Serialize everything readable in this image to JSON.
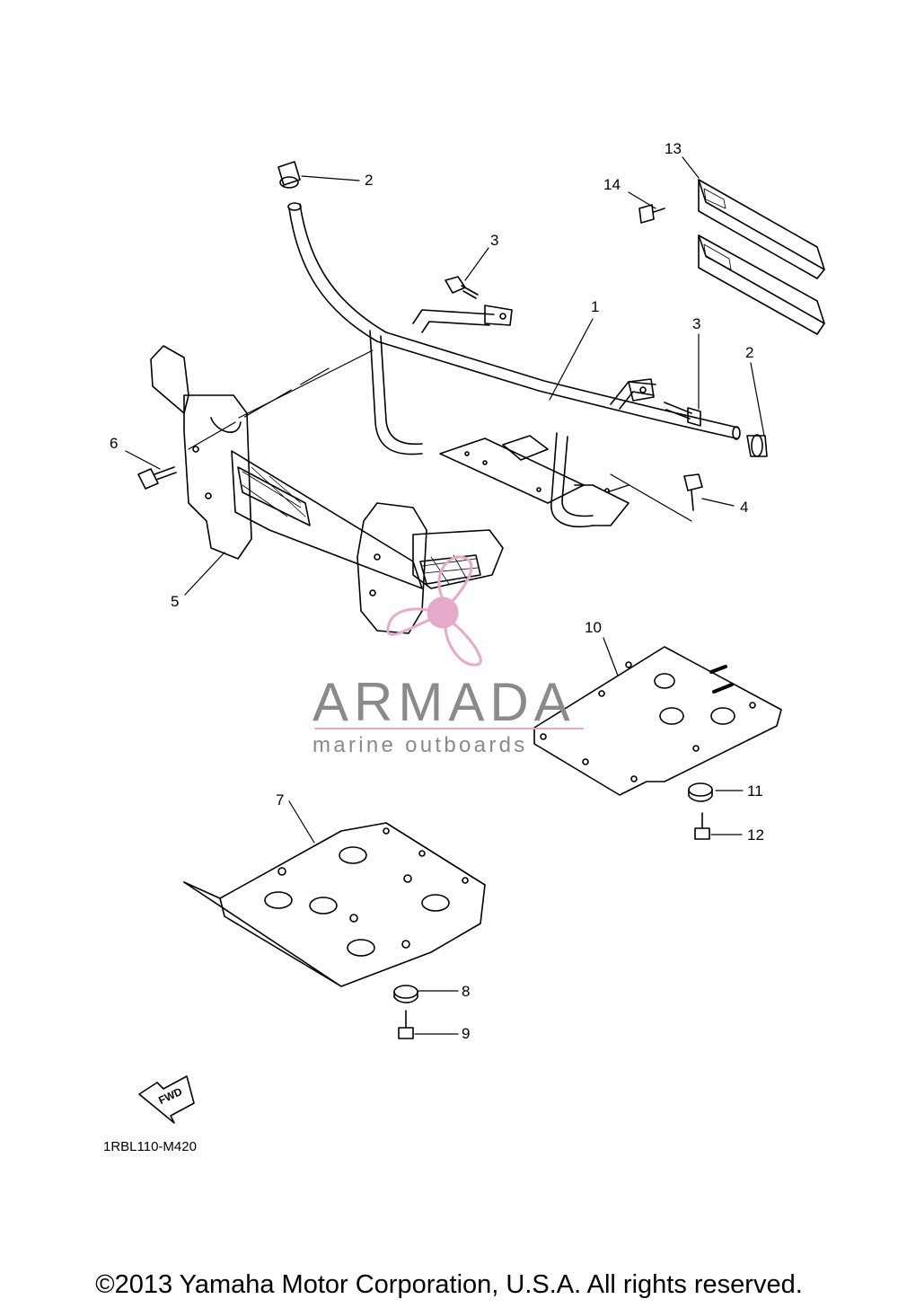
{
  "diagram": {
    "callouts": [
      "1",
      "2",
      "2",
      "3",
      "3",
      "4",
      "5",
      "6",
      "7",
      "8",
      "9",
      "10",
      "11",
      "12",
      "13",
      "14"
    ],
    "drawing_code": "1RBL110-M420",
    "fwd_label": "FWD",
    "copyright": "©2013 Yamaha Motor Corporation, U.S.A. All rights reserved."
  },
  "watermark": {
    "name": "ARMADA",
    "tagline": "marine outboards",
    "accent_color": "#e6a9c9",
    "text_color": "#8a8a8a"
  },
  "colors": {
    "line": "#000000",
    "background": "#ffffff"
  }
}
